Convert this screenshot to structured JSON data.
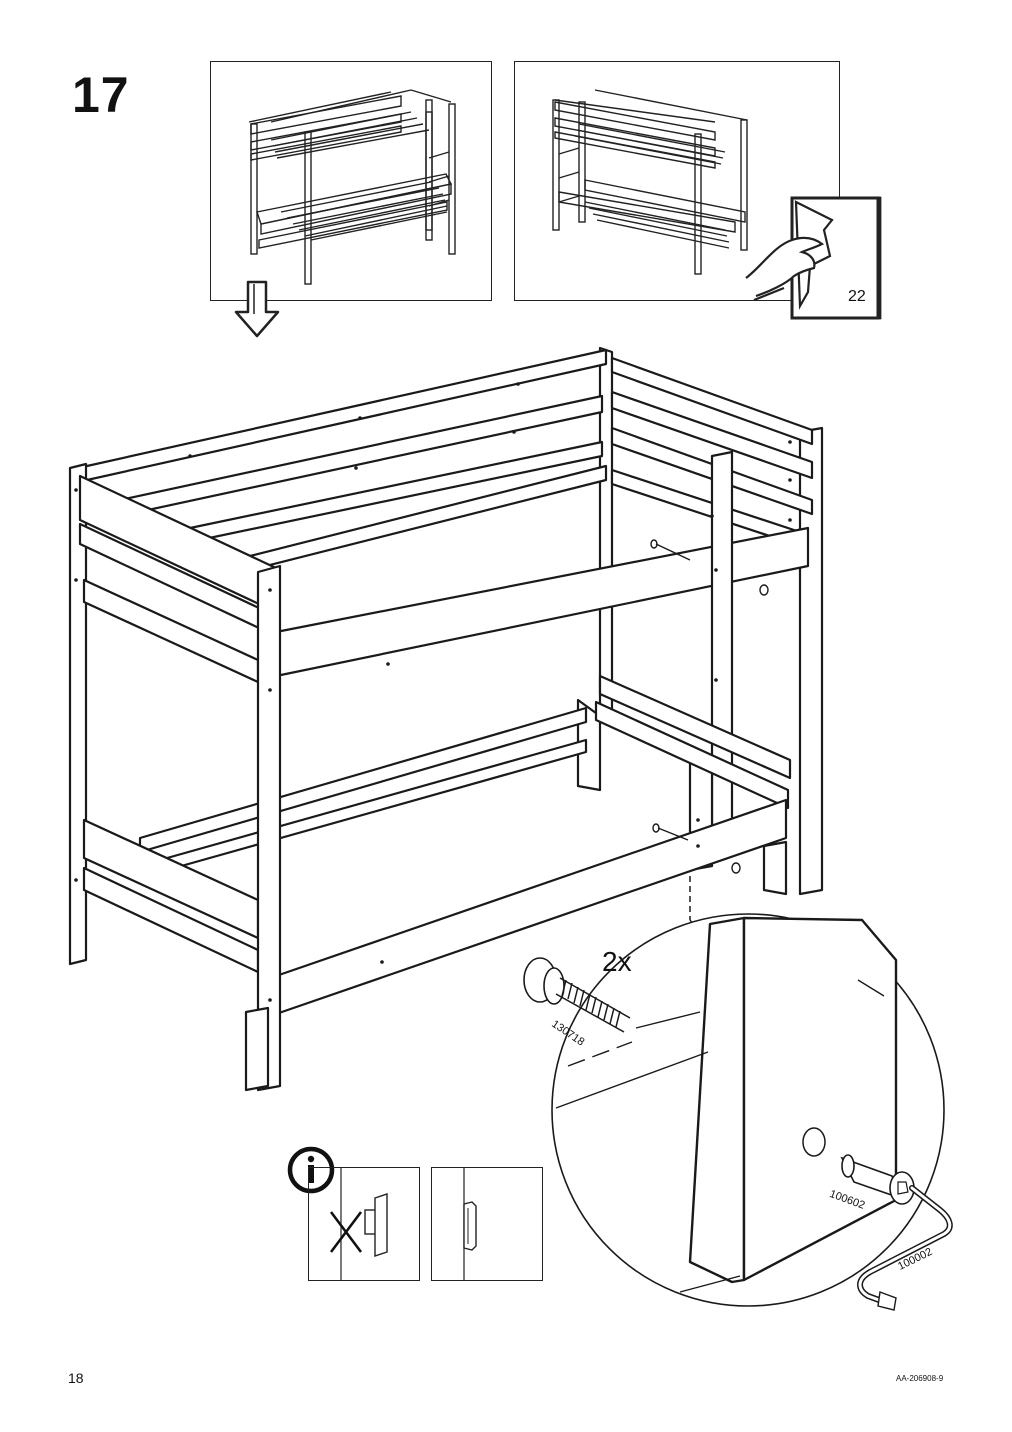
{
  "step": {
    "number": "17"
  },
  "page_ref": {
    "number": "22"
  },
  "quantity": {
    "label": "2x"
  },
  "parts": {
    "bolt": "130718",
    "barrel_nut": "100602",
    "allen_key": "100002"
  },
  "footer": {
    "page_number": "18",
    "doc_code": "AA-206908-9"
  },
  "icons": {
    "info": "info-icon",
    "arrow": "arrow-down-icon",
    "hand": "hand-peel-icon",
    "cross": "x-mark-icon"
  }
}
